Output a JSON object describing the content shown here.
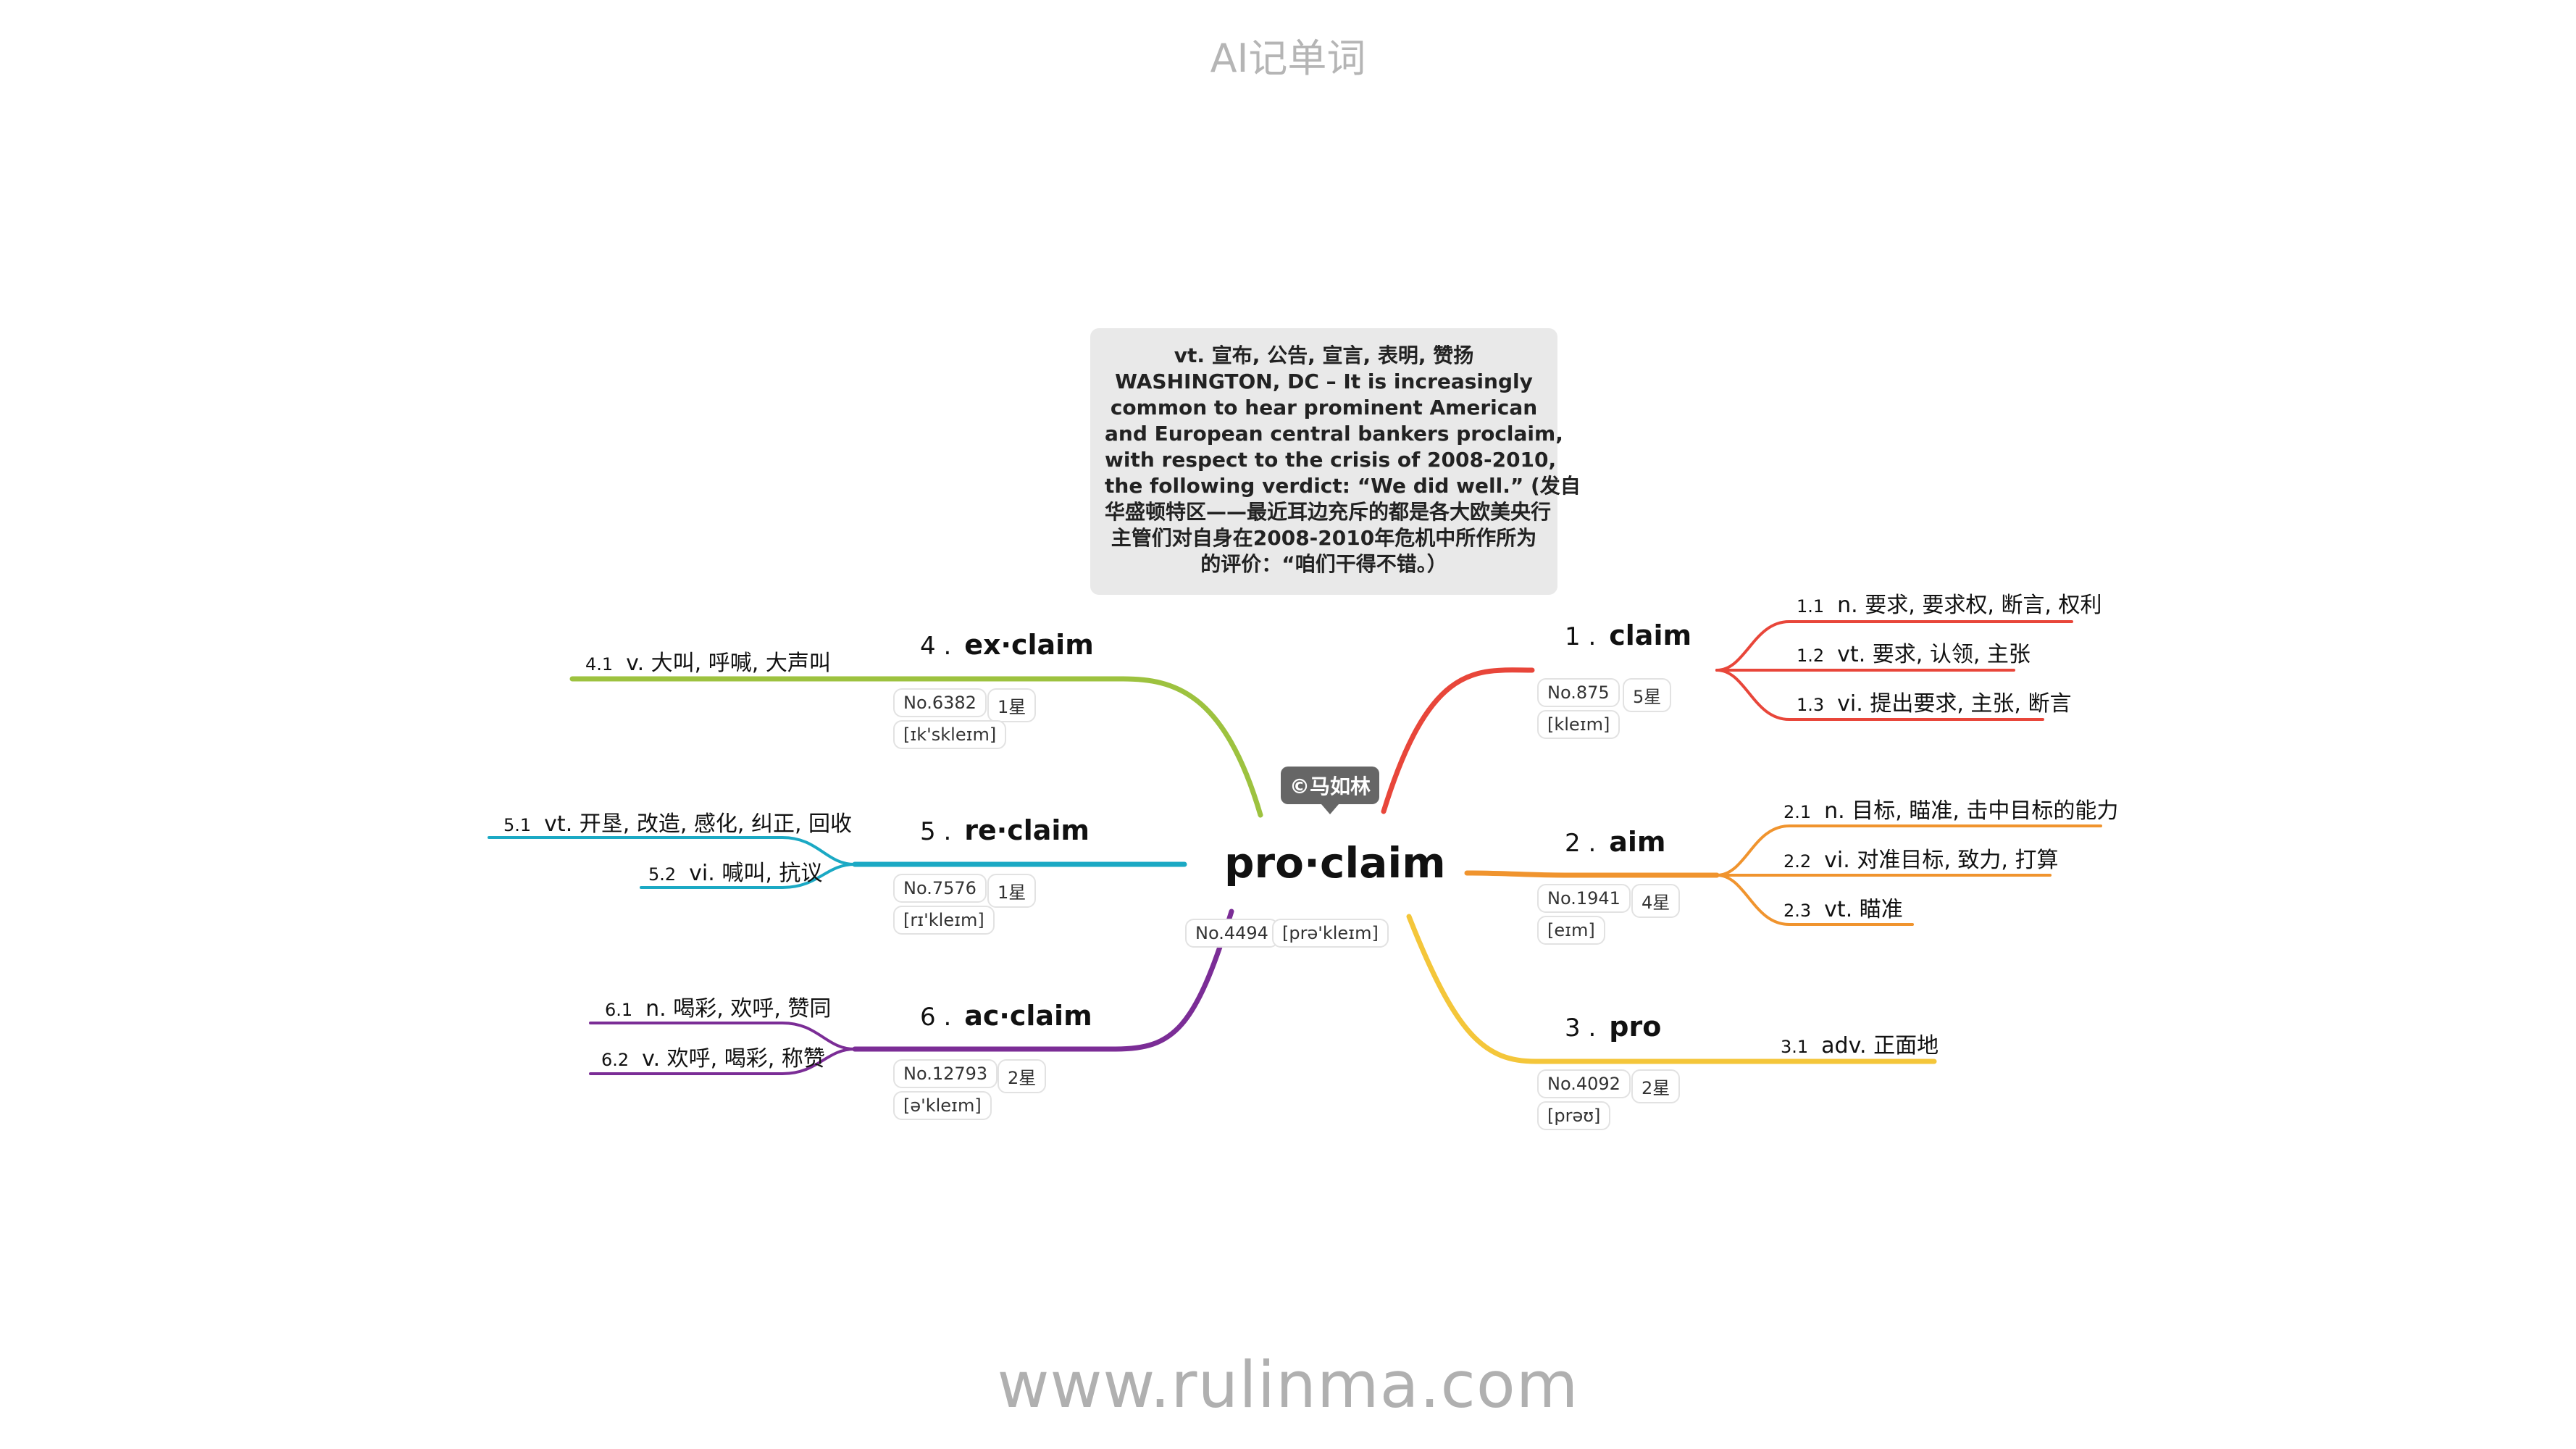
{
  "header": {
    "title": "AI记单词"
  },
  "footer": {
    "url": "www.rulinma.com"
  },
  "central": {
    "word": "pro·claim",
    "number": "No.4494",
    "phonetic": "[prə'kleɪm]",
    "author": "©马如林"
  },
  "note": {
    "lines": [
      "vt. 宣布, 公告, 宣言, 表明, 赞扬",
      "WASHINGTON, DC – It is increasingly",
      "common to hear prominent American",
      "and European central bankers proclaim,",
      "with respect to the crisis of 2008-2010,",
      "the following verdict: “We did well.” (发自",
      "华盛顿特区——最近耳边充斥的都是各大欧美央行",
      "主管们对自身在2008-2010年危机中所作所为",
      "的评价：“咱们干得不错。）"
    ]
  },
  "branches": [
    {
      "num": "1 .",
      "word": "claim",
      "number": "No.875",
      "stars": "5星",
      "phonetic": "[kleɪm]",
      "color": "#e8463a",
      "meanings": [
        {
          "idx": "1.1",
          "text": "n. 要求, 要求权, 断言, 权利"
        },
        {
          "idx": "1.2",
          "text": "vt. 要求, 认领, 主张"
        },
        {
          "idx": "1.3",
          "text": "vi. 提出要求, 主张, 断言"
        }
      ]
    },
    {
      "num": "2 .",
      "word": "aim",
      "number": "No.1941",
      "stars": "4星",
      "phonetic": "[eɪm]",
      "color": "#f0942e",
      "meanings": [
        {
          "idx": "2.1",
          "text": "n. 目标, 瞄准, 击中目标的能力"
        },
        {
          "idx": "2.2",
          "text": "vi. 对准目标, 致力, 打算"
        },
        {
          "idx": "2.3",
          "text": "vt. 瞄准"
        }
      ]
    },
    {
      "num": "3 .",
      "word": "pro",
      "number": "No.4092",
      "stars": "2星",
      "phonetic": "[prəʊ]",
      "color": "#f4c63a",
      "meanings": [
        {
          "idx": "3.1",
          "text": "adv. 正面地"
        }
      ]
    },
    {
      "num": "4 .",
      "word": "ex·claim",
      "number": "No.6382",
      "stars": "1星",
      "phonetic": "[ɪk'skleɪm]",
      "color": "#9dc23f",
      "meanings": [
        {
          "idx": "4.1",
          "text": "v. 大叫, 呼喊, 大声叫"
        }
      ]
    },
    {
      "num": "5 .",
      "word": "re·claim",
      "number": "No.7576",
      "stars": "1星",
      "phonetic": "[rɪ'kleɪm]",
      "color": "#1ba9c4",
      "meanings": [
        {
          "idx": "5.1",
          "text": "vt. 开垦, 改造, 感化, 纠正, 回收"
        },
        {
          "idx": "5.2",
          "text": "vi. 喊叫, 抗议"
        }
      ]
    },
    {
      "num": "6 .",
      "word": "ac·claim",
      "number": "No.12793",
      "stars": "2星",
      "phonetic": "[ə'kleɪm]",
      "color": "#7b2d96",
      "meanings": [
        {
          "idx": "6.1",
          "text": "n. 喝彩, 欢呼, 赞同"
        },
        {
          "idx": "6.2",
          "text": "v. 欢呼, 喝彩, 称赞"
        }
      ]
    }
  ]
}
